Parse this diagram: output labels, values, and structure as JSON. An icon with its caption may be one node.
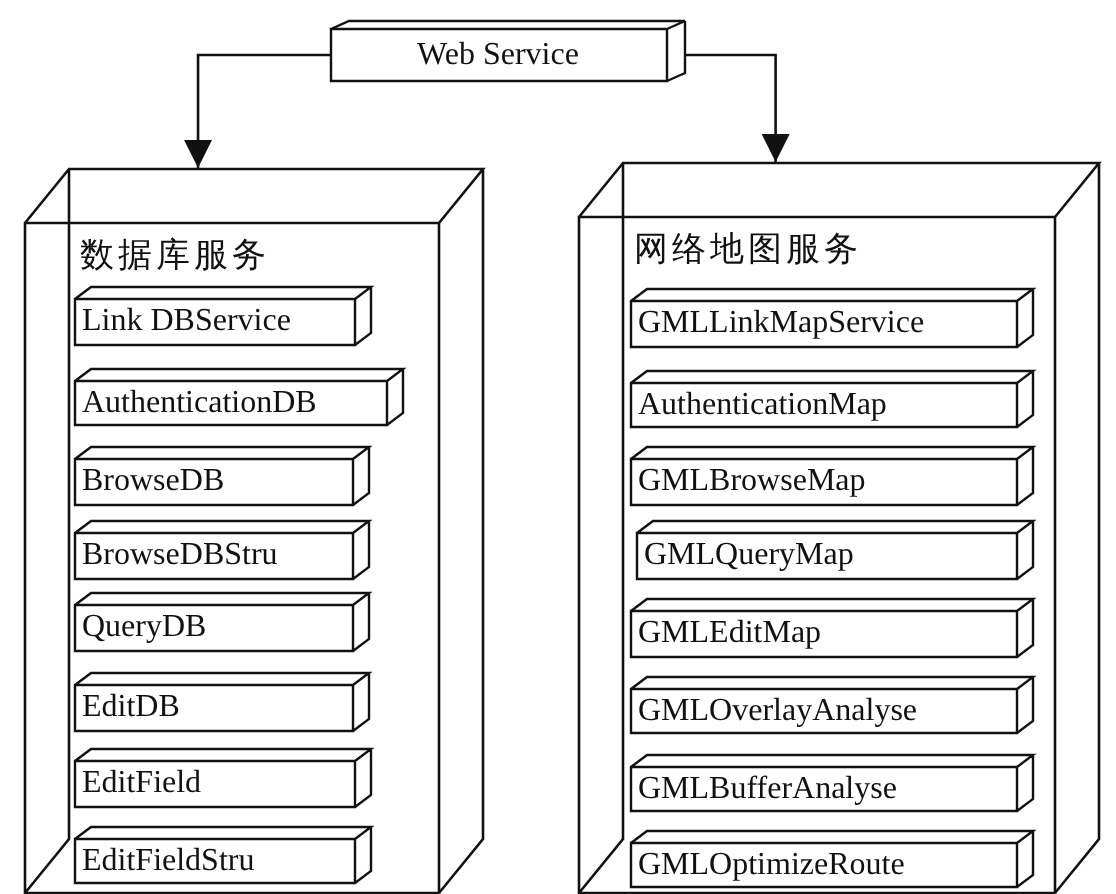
{
  "diagram": {
    "nodes": [
      {
        "text": [
          "Web Service"
        ]
      },
      {
        "text": [
          "数据库服务"
        ]
      },
      {
        "text": [
          "Link DBService"
        ],
        "in": 1
      },
      {
        "text": [
          "AuthenticationDB"
        ],
        "in": 1
      },
      {
        "text": [
          "BrowseDB"
        ],
        "in": 1
      },
      {
        "text": [
          "BrowseDBStru"
        ],
        "in": 1
      },
      {
        "text": [
          "QueryDB"
        ],
        "in": 1
      },
      {
        "text": [
          "EditDB"
        ],
        "in": 1
      },
      {
        "text": [
          "EditField"
        ],
        "in": 1
      },
      {
        "text": [
          "EditFieldStru"
        ],
        "in": 1
      },
      {
        "text": [
          "网络地图服务"
        ]
      },
      {
        "text": [
          "GMLLinkMapService"
        ],
        "in": 10
      },
      {
        "text": [
          "AuthenticationMap"
        ],
        "in": 10
      },
      {
        "text": [
          "GMLBrowseMap"
        ],
        "in": 10
      },
      {
        "text": [
          "GMLQueryMap"
        ],
        "in": 10
      },
      {
        "text": [
          "GMLEditMap"
        ],
        "in": 10
      },
      {
        "text": [
          "GMLOverlayAnalyse"
        ],
        "in": 10
      },
      {
        "text": [
          "GMLBufferAnalyse"
        ],
        "in": 10
      },
      {
        "text": [
          "GMLOptimizeRoute"
        ],
        "in": 10
      }
    ],
    "edges": [
      {
        "from": 0,
        "to": 1,
        "arrow": "to"
      },
      {
        "from": 0,
        "to": 10,
        "arrow": "to"
      }
    ]
  }
}
